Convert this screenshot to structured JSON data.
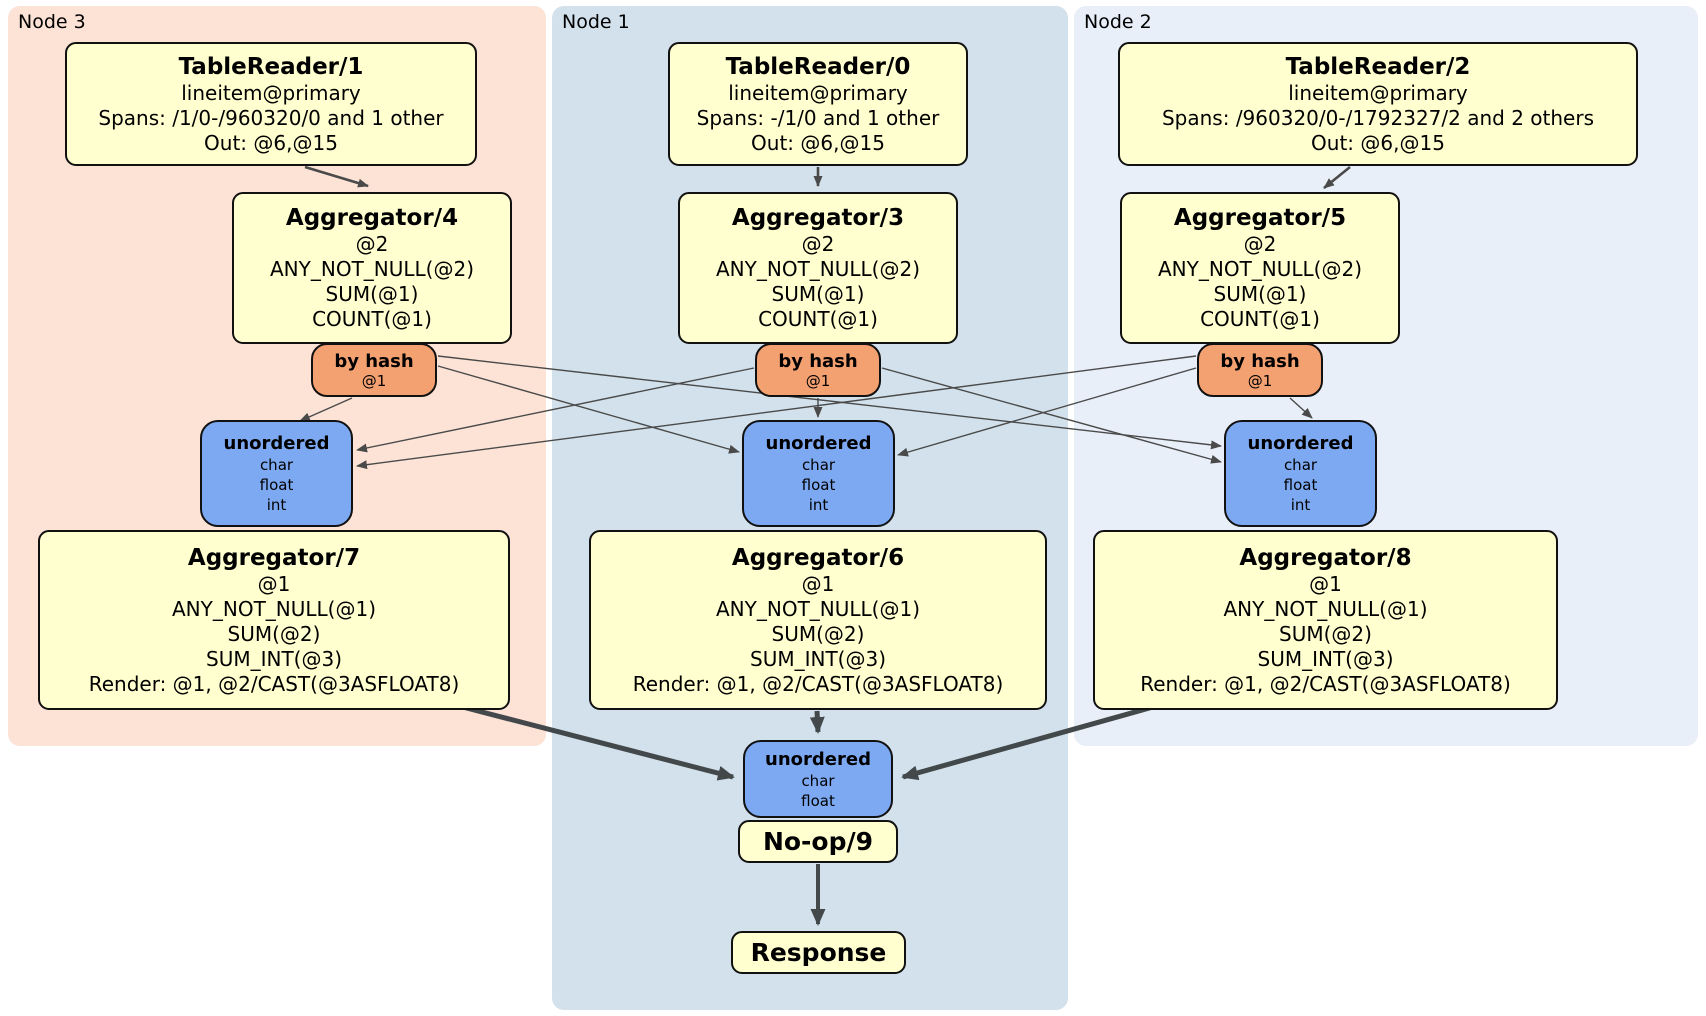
{
  "diagram_type": "distsql-plan",
  "regions": {
    "node3": {
      "label": "Node 3",
      "bg": "#fce3d5"
    },
    "node1": {
      "label": "Node 1",
      "bg": "#d2e1eb"
    },
    "node2": {
      "label": "Node 2",
      "bg": "#e9eff8"
    }
  },
  "processors": {
    "tr1": {
      "title": "TableReader/1",
      "table": "lineitem@primary",
      "spans": "Spans: /1/0-/960320/0 and 1 other",
      "out": "Out: @6,@15"
    },
    "tr0": {
      "title": "TableReader/0",
      "table": "lineitem@primary",
      "spans": "Spans: -/1/0 and 1 other",
      "out": "Out: @6,@15"
    },
    "tr2": {
      "title": "TableReader/2",
      "table": "lineitem@primary",
      "spans": "Spans: /960320/0-/1792327/2 and 2 others",
      "out": "Out: @6,@15"
    },
    "agg4": {
      "title": "Aggregator/4",
      "group": "@2",
      "fn1": "ANY_NOT_NULL(@2)",
      "fn2": "SUM(@1)",
      "fn3": "COUNT(@1)"
    },
    "agg3": {
      "title": "Aggregator/3",
      "group": "@2",
      "fn1": "ANY_NOT_NULL(@2)",
      "fn2": "SUM(@1)",
      "fn3": "COUNT(@1)"
    },
    "agg5": {
      "title": "Aggregator/5",
      "group": "@2",
      "fn1": "ANY_NOT_NULL(@2)",
      "fn2": "SUM(@1)",
      "fn3": "COUNT(@1)"
    },
    "agg7": {
      "title": "Aggregator/7",
      "group": "@1",
      "fn1": "ANY_NOT_NULL(@1)",
      "fn2": "SUM(@2)",
      "fn3": "SUM_INT(@3)",
      "render": "Render: @1, @2/CAST(@3ASFLOAT8)"
    },
    "agg6": {
      "title": "Aggregator/6",
      "group": "@1",
      "fn1": "ANY_NOT_NULL(@1)",
      "fn2": "SUM(@2)",
      "fn3": "SUM_INT(@3)",
      "render": "Render: @1, @2/CAST(@3ASFLOAT8)"
    },
    "agg8": {
      "title": "Aggregator/8",
      "group": "@1",
      "fn1": "ANY_NOT_NULL(@1)",
      "fn2": "SUM(@2)",
      "fn3": "SUM_INT(@3)",
      "render": "Render: @1, @2/CAST(@3ASFLOAT8)"
    },
    "noop": {
      "title": "No-op/9"
    },
    "response": {
      "title": "Response"
    }
  },
  "routers": {
    "hash3": {
      "title": "by hash",
      "key": "@1"
    },
    "hash1": {
      "title": "by hash",
      "key": "@1"
    },
    "hash2": {
      "title": "by hash",
      "key": "@1"
    }
  },
  "streams": {
    "un3": {
      "title": "unordered",
      "types": [
        "char",
        "float",
        "int"
      ]
    },
    "un1": {
      "title": "unordered",
      "types": [
        "char",
        "float",
        "int"
      ]
    },
    "un2": {
      "title": "unordered",
      "types": [
        "char",
        "float",
        "int"
      ]
    },
    "unFinal": {
      "title": "unordered",
      "types": [
        "char",
        "float"
      ]
    }
  },
  "colors": {
    "processor_fill": "#ffffcf",
    "router_fill": "#f4a172",
    "stream_fill": "#7da9f2",
    "node3_bg": "#fce3d5",
    "node1_bg": "#d2e1eb",
    "node2_bg": "#e9eff8",
    "edge_thin": "#4a4a4a",
    "edge_thick": "#43494b",
    "border": "#111111"
  }
}
